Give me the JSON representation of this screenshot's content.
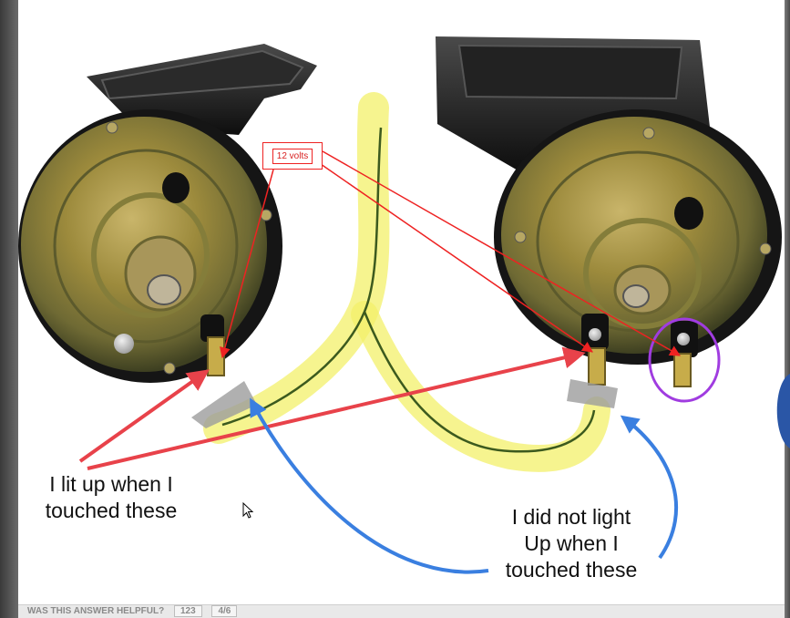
{
  "annotations": {
    "voltage_label": "12 volts",
    "caption_lit": "I lit up when I\ntouched these",
    "caption_not_lit": "I did not light\nUp when I\ntouched these"
  },
  "footer": {
    "question": "WAS THIS ANSWER HELPFUL?",
    "yes_count": "123",
    "no_count": "4/6"
  },
  "colors": {
    "red_arrow": "#e8424a",
    "blue_arrow": "#3a7fe0",
    "purple_circle": "#a03ce0",
    "wire_highlight": "#f3f06a",
    "wire": "#3c5a1e"
  },
  "icons": [
    "mouse-cursor-icon"
  ]
}
